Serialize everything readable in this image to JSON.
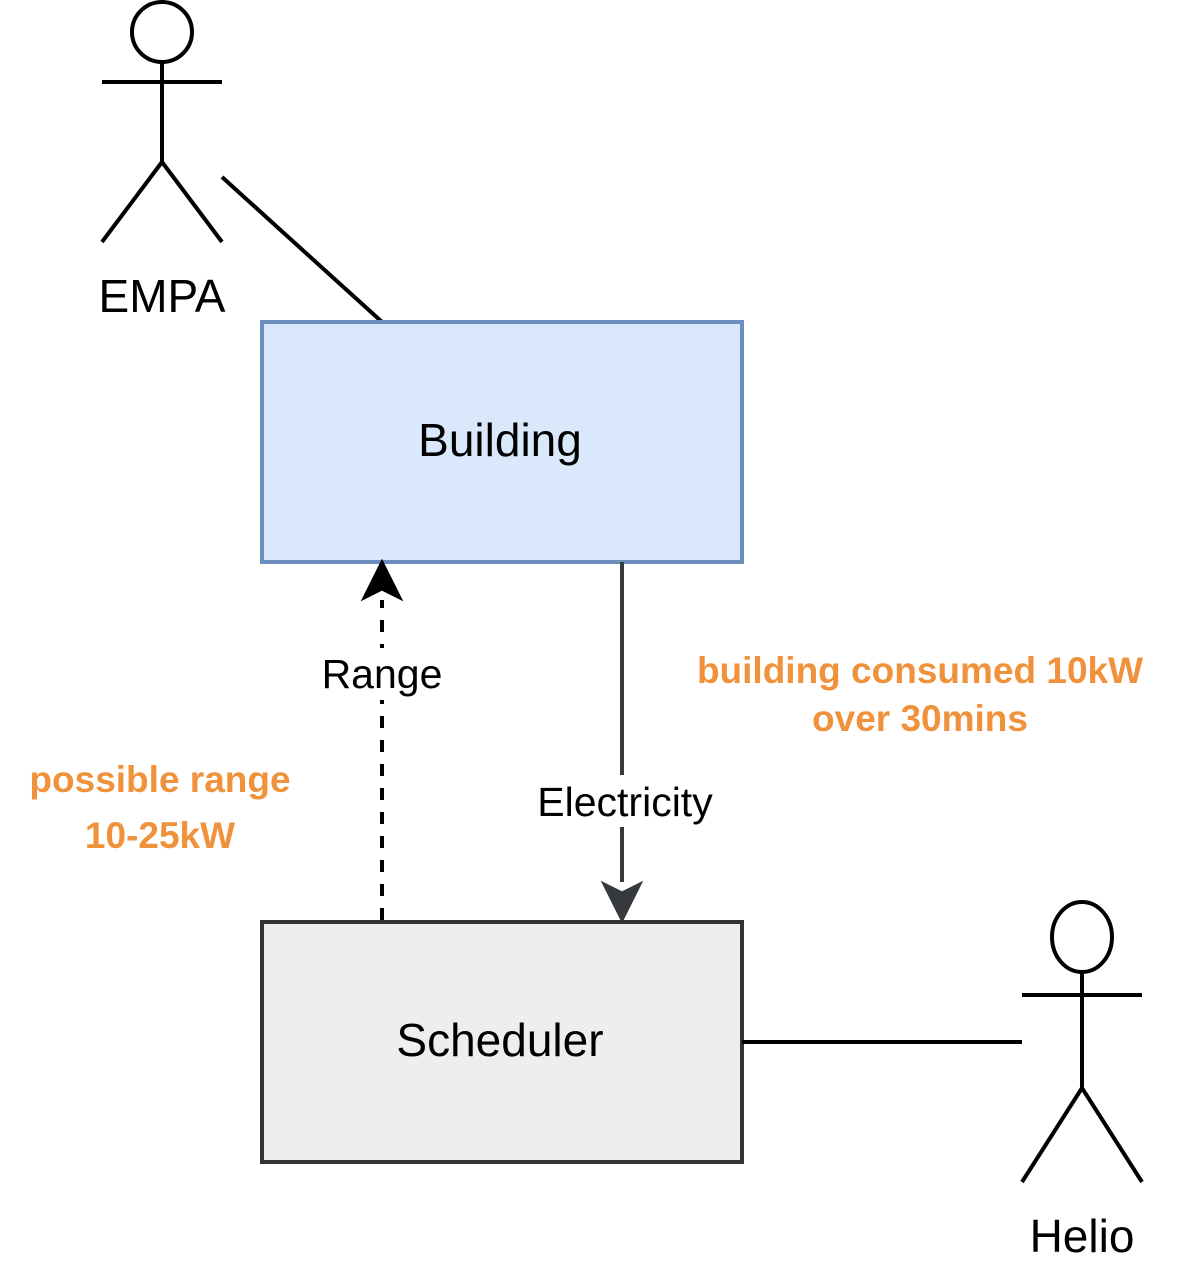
{
  "actors": {
    "empa": {
      "name": "EMPA"
    },
    "helio": {
      "name": "Helio"
    }
  },
  "boxes": {
    "building": {
      "label": "Building",
      "fill": "#dae8fc",
      "stroke": "#6c8ebf"
    },
    "scheduler": {
      "label": "Scheduler",
      "fill": "#eeeeee",
      "stroke": "#333333"
    }
  },
  "edges": {
    "range": {
      "label": "Range"
    },
    "electricity": {
      "label": "Electricity"
    }
  },
  "notes": {
    "possible_range": {
      "line1": "possible range",
      "line2": "10-25kW"
    },
    "consumption": {
      "line1": "building consumed 10kW",
      "line2": "over 30mins"
    }
  },
  "colors": {
    "note": "#f0923b",
    "line": "#000000",
    "arrow": "#36393d"
  }
}
